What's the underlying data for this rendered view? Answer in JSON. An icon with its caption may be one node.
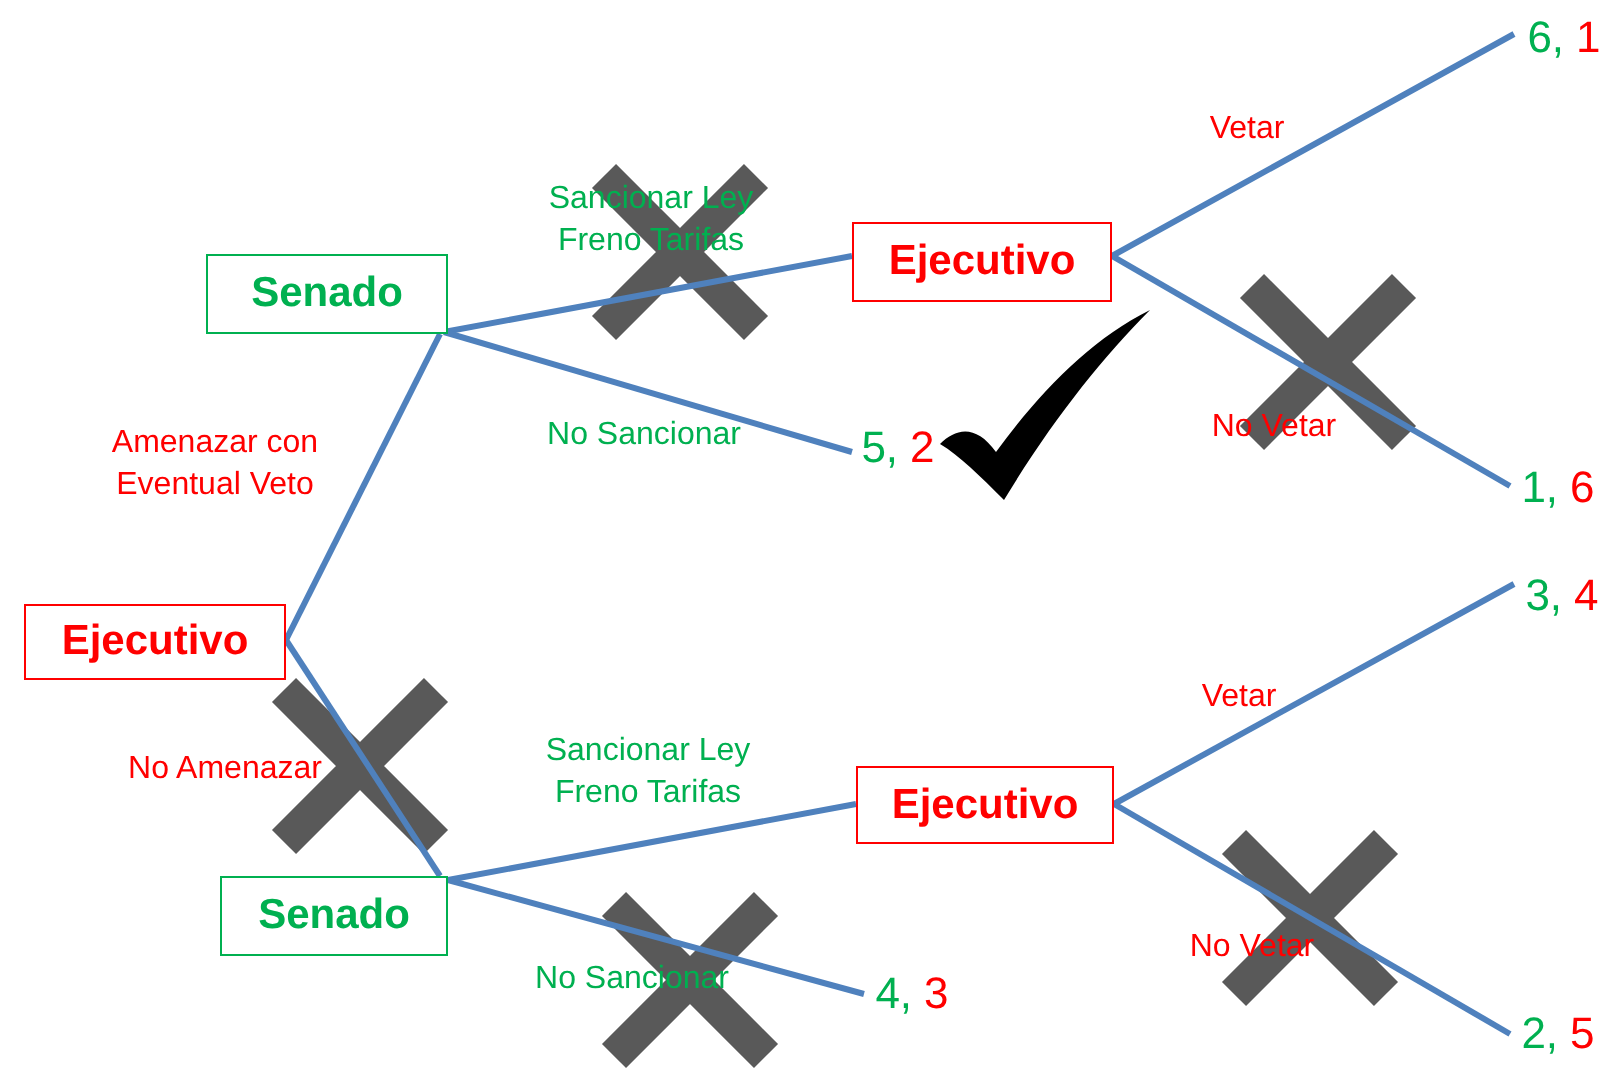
{
  "diagram": {
    "nodes": [
      {
        "text": [
          "Ejecutivo"
        ]
      },
      {
        "text": [
          "Senado"
        ]
      },
      {
        "text": [
          "Senado"
        ]
      },
      {
        "text": [
          "Ejecutivo"
        ]
      },
      {
        "text": [
          "Ejecutivo"
        ]
      },
      {
        "text": [
          "5,",
          "2"
        ]
      },
      {
        "text": [
          "6,",
          "1"
        ]
      },
      {
        "text": [
          "1,",
          "6"
        ]
      },
      {
        "text": [
          "3,",
          "4"
        ]
      },
      {
        "text": [
          "4,",
          "3"
        ]
      },
      {
        "text": [
          "2,",
          "5"
        ]
      }
    ],
    "edges": [
      {
        "from": 0,
        "to": 1,
        "arrow": "none",
        "label": "Amenazar con Eventual Veto"
      },
      {
        "from": 0,
        "to": 2,
        "arrow": "none",
        "label": "No Amenazar"
      },
      {
        "from": 1,
        "to": 3,
        "arrow": "none",
        "label": "Sancionar Ley Freno Tarifas"
      },
      {
        "from": 1,
        "to": 5,
        "arrow": "none",
        "label": "No Sancionar"
      },
      {
        "from": 3,
        "to": 6,
        "arrow": "none",
        "label": "Vetar"
      },
      {
        "from": 3,
        "to": 7,
        "arrow": "none",
        "label": "No Vetar"
      },
      {
        "from": 2,
        "to": 4,
        "arrow": "none",
        "label": "Sancionar Ley Freno Tarifas"
      },
      {
        "from": 2,
        "to": 9,
        "arrow": "none",
        "label": "No Sancionar"
      },
      {
        "from": 4,
        "to": 8,
        "arrow": "none",
        "label": "Vetar"
      },
      {
        "from": 4,
        "to": 10,
        "arrow": "none",
        "label": "No Vetar"
      }
    ]
  }
}
